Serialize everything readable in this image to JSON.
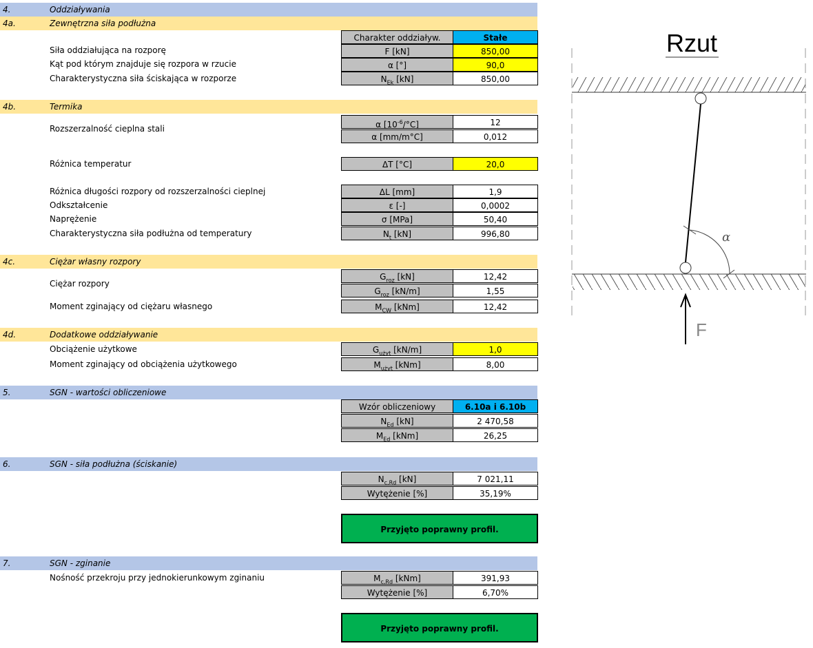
{
  "colors": {
    "band_blue": "#b4c6e7",
    "band_orange": "#ffe699",
    "label_gray": "#c0c0c0",
    "input_yellow": "#ffff00",
    "header_blue": "#00b0f0",
    "ok_green": "#00b050"
  },
  "bands": [
    {
      "num": "4.",
      "title": "Oddziaływania",
      "kind": "blue"
    },
    {
      "num": "4a.",
      "title": "Zewnętrzna siła podłużna",
      "kind": "orange"
    },
    {
      "num": "4b.",
      "title": "Termika",
      "kind": "orange"
    },
    {
      "num": "4c.",
      "title": "Ciężar własny rozpory",
      "kind": "orange"
    },
    {
      "num": "4d.",
      "title": "Dodatkowe oddziaływanie",
      "kind": "orange"
    },
    {
      "num": "5.",
      "title": "SGN - wartości obliczeniowe",
      "kind": "blue"
    },
    {
      "num": "6.",
      "title": "SGN - siła podłużna (ściskanie)",
      "kind": "blue"
    },
    {
      "num": "7.",
      "title": "SGN - zginanie",
      "kind": "blue"
    }
  ],
  "descriptions": [
    "Siła oddziałująca na rozporę",
    "Kąt pod którym znajduje się rozpora w rzucie",
    "Charakterystyczna siła ściskająca w rozporze",
    "Rozszerzalność cieplna stali",
    "Różnica temperatur",
    "Różnica długości rozpory od rozszerzalności cieplnej",
    "Odkształcenie",
    "Naprężenie",
    "Charakterystyczna siła podłużna od temperatury",
    "Ciężar rozpory",
    "Moment zginający od ciężaru własnego",
    "Obciążenie użytkowe",
    "Moment zginający od obciążenia użytkowego",
    "Nośność przekroju przy jednokierunkowym zginaniu"
  ],
  "cells": [
    {
      "main": "Charakter oddziaływ.",
      "sub": "",
      "sup": "",
      "rest": "",
      "value": "Stałe",
      "kind": "head"
    },
    {
      "main": "F",
      "sub": "",
      "sup": "",
      "rest": " [kN]",
      "value": "850,00",
      "kind": "yellow"
    },
    {
      "main": "α",
      "sub": "",
      "sup": "",
      "rest": " [°]",
      "value": "90,0",
      "kind": "yellow"
    },
    {
      "main": "N",
      "sub": "Ek",
      "sup": "",
      "rest": " [kN]",
      "value": "850,00",
      "kind": "plain"
    },
    {
      "main": "α [10",
      "sub": "",
      "sup": "-6",
      "rest": "/°C]",
      "value": "12",
      "kind": "plain"
    },
    {
      "main": "α",
      "sub": "",
      "sup": "",
      "rest": " [mm/m°C]",
      "value": "0,012",
      "kind": "plain"
    },
    {
      "main": "ΔT",
      "sub": "",
      "sup": "",
      "rest": " [°C]",
      "value": "20,0",
      "kind": "yellow"
    },
    {
      "main": "ΔL",
      "sub": "",
      "sup": "",
      "rest": " [mm]",
      "value": "1,9",
      "kind": "plain"
    },
    {
      "main": "ε",
      "sub": "",
      "sup": "",
      "rest": " [-]",
      "value": "0,0002",
      "kind": "plain"
    },
    {
      "main": "σ",
      "sub": "",
      "sup": "",
      "rest": " [MPa]",
      "value": "50,40",
      "kind": "plain"
    },
    {
      "main": "N",
      "sub": "t",
      "sup": "",
      "rest": " [kN]",
      "value": "996,80",
      "kind": "plain"
    },
    {
      "main": "G",
      "sub": "roz",
      "sup": "",
      "rest": " [kN]",
      "value": "12,42",
      "kind": "plain"
    },
    {
      "main": "G",
      "sub": "roz",
      "sup": "",
      "rest": " [kN/m]",
      "value": "1,55",
      "kind": "plain"
    },
    {
      "main": "M",
      "sub": "CW",
      "sup": "",
      "rest": " [kNm]",
      "value": "12,42",
      "kind": "plain"
    },
    {
      "main": "G",
      "sub": "użyt",
      "sup": "",
      "rest": " [kN/m]",
      "value": "1,0",
      "kind": "yellow"
    },
    {
      "main": "M",
      "sub": "użyt",
      "sup": "",
      "rest": " [kNm]",
      "value": "8,00",
      "kind": "plain"
    },
    {
      "main": "Wzór obliczeniowy",
      "sub": "",
      "sup": "",
      "rest": "",
      "value": "6.10a i 6.10b",
      "kind": "head"
    },
    {
      "main": "N",
      "sub": "Ed",
      "sup": "",
      "rest": " [kN]",
      "value": "2 470,58",
      "kind": "plain"
    },
    {
      "main": "M",
      "sub": "Ed",
      "sup": "",
      "rest": " [kNm]",
      "value": "26,25",
      "kind": "plain"
    },
    {
      "main": "N",
      "sub": "c,Rd",
      "sup": "",
      "rest": " [kN]",
      "value": "7 021,11",
      "kind": "plain"
    },
    {
      "main": "Wytężenie [%]",
      "sub": "",
      "sup": "",
      "rest": "",
      "value": "35,19%",
      "kind": "plain"
    },
    {
      "main": "M",
      "sub": "c,Rd",
      "sup": "",
      "rest": " [kNm]",
      "value": "391,93",
      "kind": "plain"
    },
    {
      "main": "Wytężenie [%]",
      "sub": "",
      "sup": "",
      "rest": "",
      "value": "6,70%",
      "kind": "plain"
    }
  ],
  "results": [
    "Przyjęto poprawny profil.",
    "Przyjęto poprawny profil."
  ],
  "diagram": {
    "title": "Rzut",
    "angle_label": "α",
    "force_label": "F"
  }
}
